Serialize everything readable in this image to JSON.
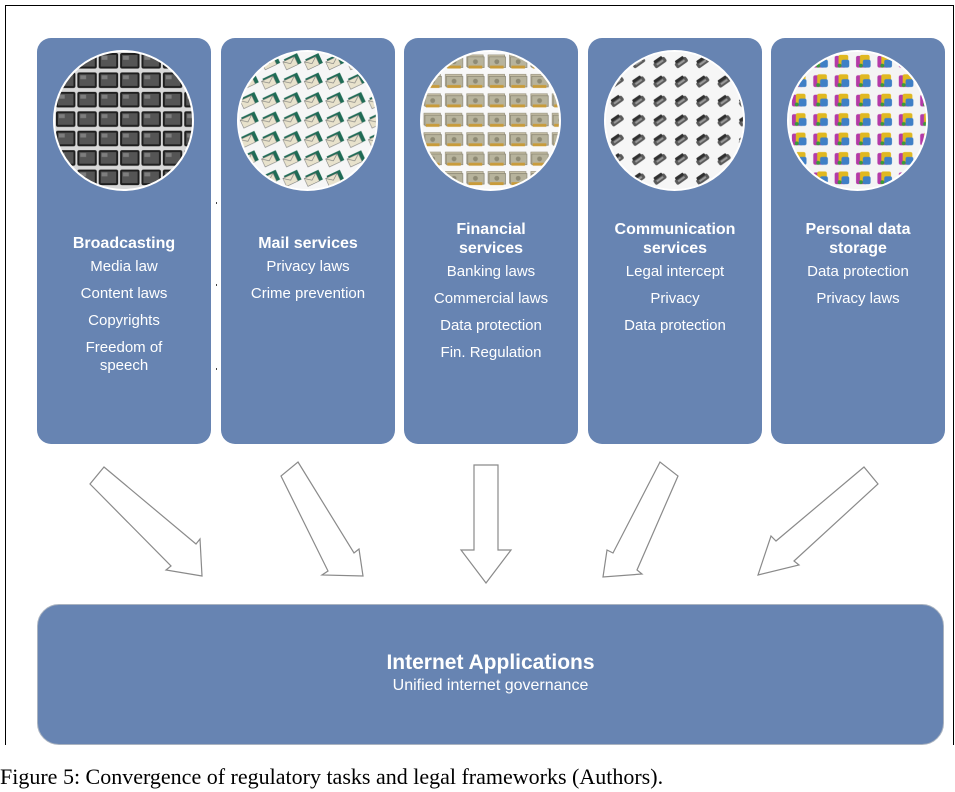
{
  "columns": [
    {
      "title": "Broadcasting",
      "items": [
        "Media law",
        "Content  laws",
        "Copyrights",
        "Freedom of speech"
      ],
      "icon": "tv-screens-icon"
    },
    {
      "title": "Mail services",
      "items": [
        "Privacy laws",
        "Crime prevention"
      ],
      "icon": "mail-envelopes-icon"
    },
    {
      "title": "Financial services",
      "items": [
        "Banking laws",
        "Commercial laws",
        "Data protection",
        "Fin. Regulation"
      ],
      "icon": "money-bills-icon"
    },
    {
      "title": "Communication services",
      "items": [
        "Legal intercept",
        "Privacy",
        "Data protection"
      ],
      "icon": "telephones-icon"
    },
    {
      "title": "Personal data storage",
      "items": [
        "Data protection",
        "Privacy laws"
      ],
      "icon": "data-storage-icon"
    }
  ],
  "bottom": {
    "title": "Internet Applications",
    "subtitle": "Unified internet governance"
  },
  "caption": "Figure 5: Convergence of regulatory tasks and legal frameworks (Authors).",
  "colors": {
    "box": "#6784b2",
    "arrow_stroke": "#8a8a8a",
    "text": "#ffffff"
  }
}
